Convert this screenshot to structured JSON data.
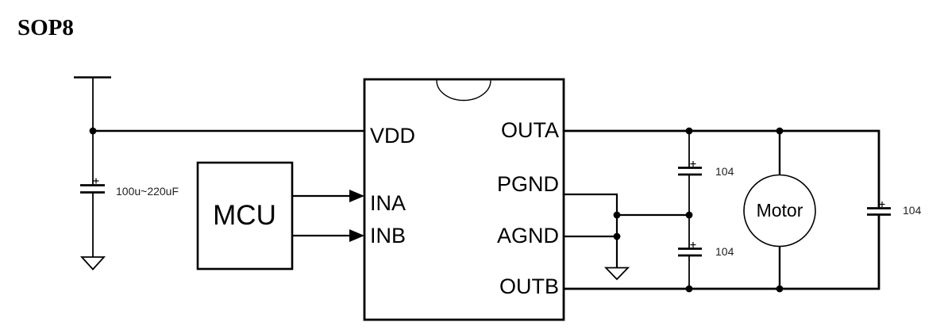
{
  "page": {
    "title": "SOP8",
    "background": "#ffffff",
    "ink_color": "#000000"
  },
  "ic": {
    "package": "SOP8",
    "left_pins": [
      {
        "label": "VDD"
      },
      {
        "label": "INA"
      },
      {
        "label": "INB"
      }
    ],
    "right_pins": [
      {
        "label": "OUTA"
      },
      {
        "label": "PGND"
      },
      {
        "label": "AGND"
      },
      {
        "label": "OUTB"
      }
    ]
  },
  "mcu": {
    "label": "MCU"
  },
  "motor": {
    "label": "Motor"
  },
  "capacitors": {
    "bulk": {
      "label": "100u~220uF"
    },
    "outa_cap": {
      "label": "104"
    },
    "outb_cap": {
      "label": "104"
    },
    "motor_cap": {
      "label": "104"
    }
  }
}
